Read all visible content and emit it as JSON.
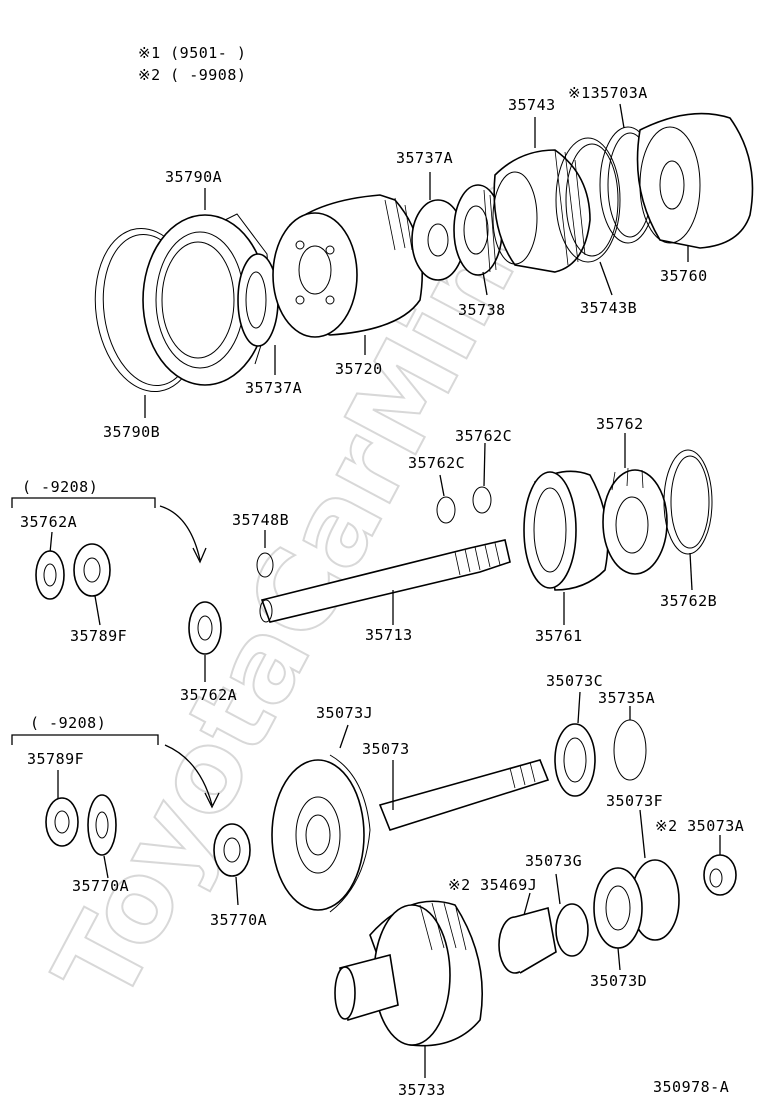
{
  "notes": {
    "note1": "※1 (9501-     )",
    "note2": "※2 (     -9908)"
  },
  "watermark": "ToyotaCarMine",
  "labels": {
    "p35790A": "35790A",
    "p35790B": "35790B",
    "p35737A_top": "35737A",
    "p35737A_bot": "35737A",
    "p35720": "35720",
    "p35738": "35738",
    "p35743": "35743",
    "p35743B": "35743B",
    "p35703A": "※135703A",
    "p35760": "35760",
    "p35762": "35762",
    "p35762C_a": "35762C",
    "p35762C_b": "35762C",
    "p35762B": "35762B",
    "p35761": "35761",
    "p35748B": "35748B",
    "p35713": "35713",
    "bracket1": "(     -9208)",
    "p35762A_a": "35762A",
    "p35789F_a": "35789F",
    "p35762A_b": "35762A",
    "p35073C": "35073C",
    "p35735A": "35735A",
    "p35073J": "35073J",
    "p35073": "35073",
    "bracket2": "(     -9208)",
    "p35789F_b": "35789F",
    "p35770A_a": "35770A",
    "p35770A_b": "35770A",
    "p35073F": "35073F",
    "p35073A": "※2 35073A",
    "p35073G": "35073G",
    "p35469J": "※2 35469J",
    "p35073D": "35073D",
    "p35733": "35733",
    "figure_id": "350978-A"
  }
}
